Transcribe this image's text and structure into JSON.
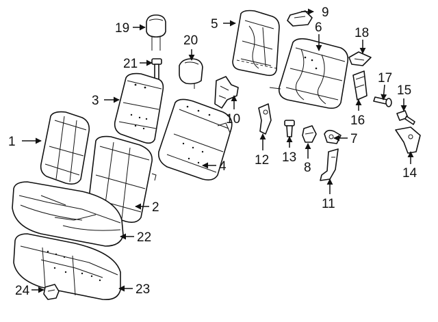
{
  "colors": {
    "line": "#111111",
    "background": "#ffffff"
  },
  "callouts": {
    "c1": "1",
    "c2": "2",
    "c3": "3",
    "c4": "4",
    "c5": "5",
    "c6": "6",
    "c7": "7",
    "c8": "8",
    "c9": "9",
    "c10": "10",
    "c11": "11",
    "c12": "12",
    "c13": "13",
    "c14": "14",
    "c15": "15",
    "c16": "16",
    "c17": "17",
    "c18": "18",
    "c19": "19",
    "c20": "20",
    "c21": "21",
    "c22": "22",
    "c23": "23",
    "c24": "24"
  }
}
